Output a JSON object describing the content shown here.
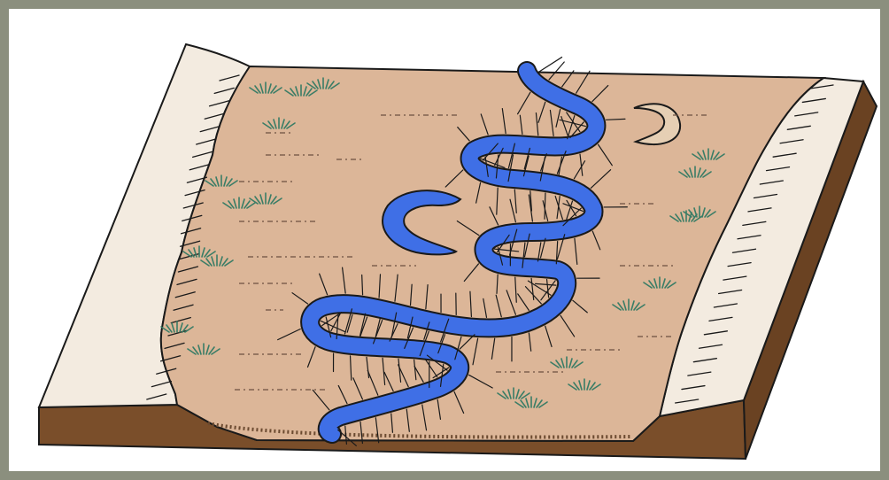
{
  "figure": {
    "background": "#ffffff",
    "frame_color": "#8b8f7e",
    "colors": {
      "floodplain": "#dcb698",
      "bluff": "#f3ebe0",
      "soil": "#7a4e2a",
      "soil_dark": "#5e3a1e",
      "river": "#3f6fe6",
      "oxbow_dry": "#e6cfb4",
      "grass": "#3a7d66",
      "outline": "#1a1a1a"
    },
    "features": [
      "meandering-river",
      "oxbow-lake",
      "dry-meander-scar",
      "floodplain",
      "valley-bluffs",
      "grass-tufts"
    ]
  }
}
